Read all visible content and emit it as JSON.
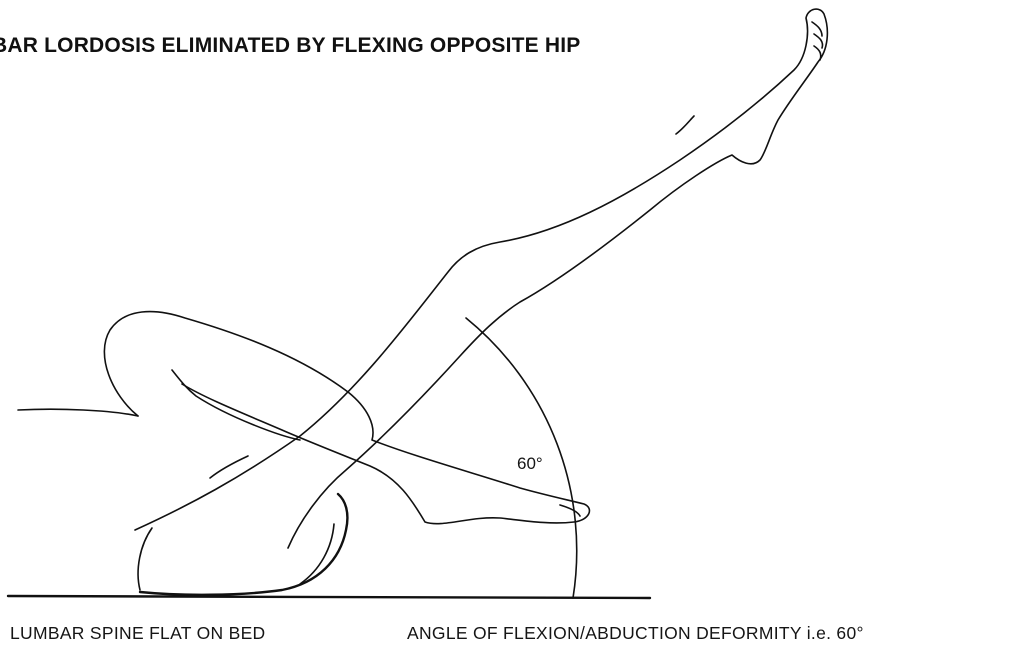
{
  "figure": {
    "title": "BAR LORDOSIS ELIMINATED BY FLEXING OPPOSITE HIP",
    "angle_label": "60°",
    "caption_left": "LUMBAR SPINE FLAT ON BED",
    "caption_right": "ANGLE OF FLEXION/ABDUCTION DEFORMITY i.e. 60°"
  }
}
